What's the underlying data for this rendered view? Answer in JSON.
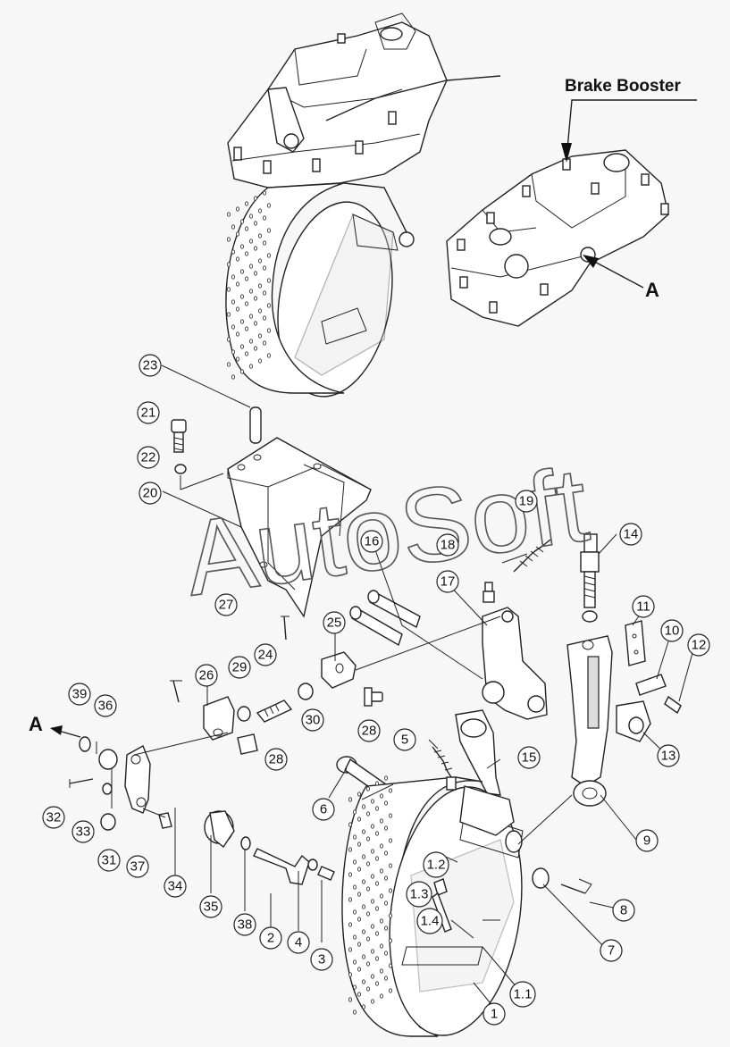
{
  "labels": {
    "brake_booster": "Brake Booster",
    "view_a_on_booster": "A",
    "view_a_on_lever": "A"
  },
  "watermark": "AutoSoft",
  "part_numbers": [
    "1",
    "1.1",
    "1.2",
    "1.3",
    "1.4",
    "2",
    "3",
    "4",
    "5",
    "6",
    "7",
    "8",
    "9",
    "10",
    "11",
    "12",
    "13",
    "14",
    "15",
    "16",
    "17",
    "18",
    "19",
    "20",
    "21",
    "22",
    "23",
    "24",
    "25",
    "26",
    "27",
    "28",
    "28",
    "29",
    "30",
    "31",
    "32",
    "33",
    "34",
    "35",
    "36",
    "37",
    "38",
    "39"
  ]
}
